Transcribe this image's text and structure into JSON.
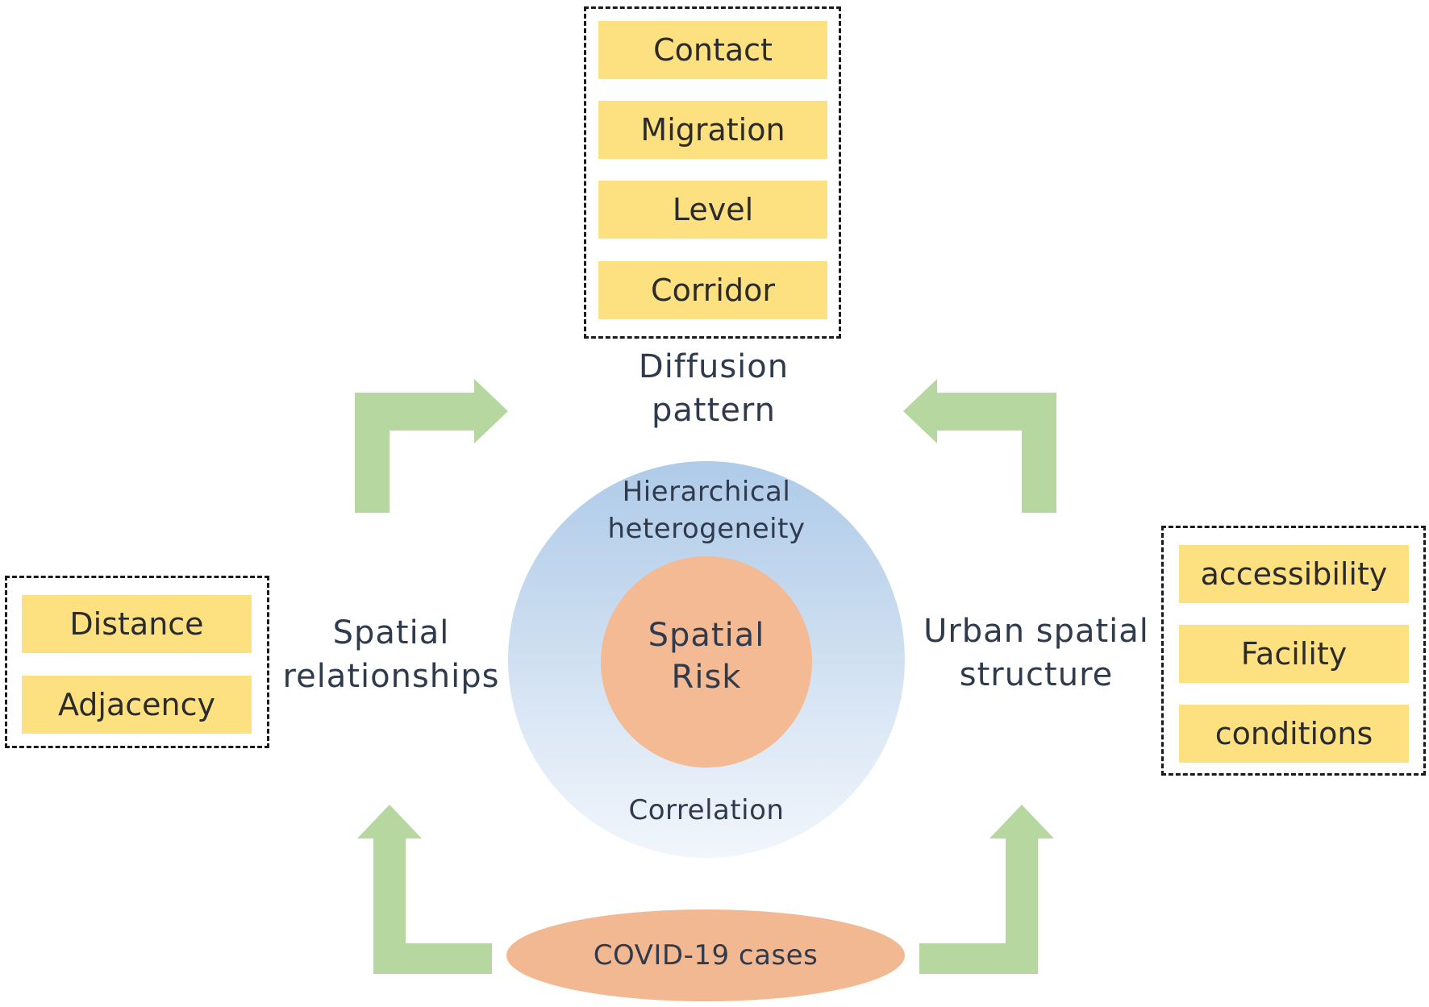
{
  "top_group": {
    "items": [
      "Contact",
      "Migration",
      "Level",
      "Corridor"
    ]
  },
  "left_group": {
    "items": [
      "Distance",
      "Adjacency"
    ]
  },
  "right_group": {
    "items": [
      "accessibility",
      "Facility",
      "conditions"
    ]
  },
  "labels": {
    "diffusion": [
      "Diffusion",
      "pattern"
    ],
    "spatial_relationships": [
      "Spatial",
      "relationships"
    ],
    "urban_structure": [
      "Urban spatial",
      "structure"
    ],
    "hierarchical": [
      "Hierarchical",
      "heterogeneity"
    ],
    "correlation": "Correlation",
    "spatial_risk": [
      "Spatial",
      "Risk"
    ],
    "covid": "COVID-19 cases"
  },
  "colors": {
    "yellow_box": "#fde07f",
    "arrow_green": "#b7d7a0",
    "orange": "#f3ba93",
    "blue_circle": "#b6cfea"
  }
}
